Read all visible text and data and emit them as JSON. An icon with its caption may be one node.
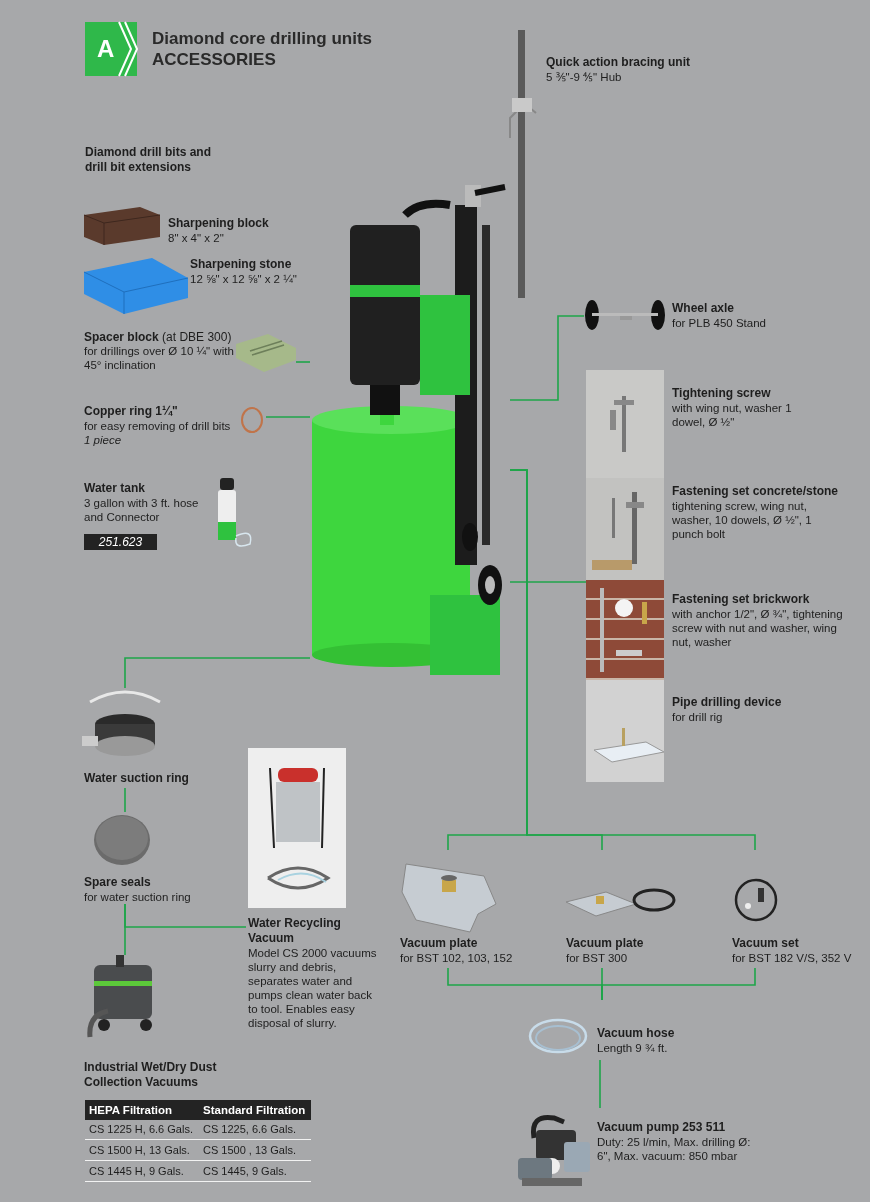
{
  "diagram": {
    "title": "Diamond core drilling units ACCESSORIES",
    "nodes": [
      {
        "text": [],
        "shape": "picture"
      },
      {
        "text": [
          "Quick action bracing unit",
          "5 ⅗\"-9 ⅘\" Hub"
        ]
      },
      {
        "text": [
          "Sharpening block",
          "8\" x 4\" x 2\""
        ]
      },
      {
        "text": [
          "Sharpening stone",
          "12 ⅝\" x 12 ⅝\" x 2 ¼\""
        ]
      },
      {
        "text": [
          "**Spacer block** (at DBE 300)",
          "for drillings over Ø 10 ¼\" with 45° inclination"
        ]
      },
      {
        "text": [
          "Copper ring 1¼\"",
          "for easy removing of drill bits",
          "1 piece"
        ]
      },
      {
        "text": [
          "Water tank",
          "3 gallon with 3 ft. hose and Connector",
          "251.623"
        ]
      },
      {
        "text": [
          "Wheel axle",
          "for PLB 450 Stand"
        ]
      },
      {
        "text": [
          "Tightening screw",
          "with wing nut, washer 1 dowel, Ø ½\""
        ]
      },
      {
        "text": [
          "Fastening set concrete/stone",
          "tightening screw, wing nut, washer, 10 dowels, Ø ½\", 1 punch bolt"
        ]
      },
      {
        "text": [
          "Fastening set brickwork",
          "with anchor 1/2\", Ø ¾\", tightening screw with nut and washer, wing nut, washer"
        ]
      },
      {
        "text": [
          "Pipe drilling device",
          "for drill rig"
        ]
      },
      {
        "text": [
          "Water suction ring"
        ]
      },
      {
        "text": [
          "Spare seals",
          "for water suction ring"
        ]
      },
      {
        "text": [
          "Water Recycling Vacuum",
          "Model CS 2000 vacuums slurry and debris, separates water and pumps clean water back to tool. Enables easy disposal of slurry."
        ]
      },
      {
        "text": [
          "Industrial Wet/Dry Dust Collection Vacuums"
        ]
      },
      {
        "text": [
          "Vacuum plate",
          "for BST 102, 103, 152"
        ]
      },
      {
        "text": [
          "Vacuum plate",
          "for BST 300"
        ]
      },
      {
        "text": [
          "Vacuum set",
          "for BST 182 V/S, 352 V"
        ]
      },
      {
        "text": [
          "Vacuum hose",
          "Length 9 ¾ ft."
        ]
      },
      {
        "text": [
          "Vacuum pump 253 511",
          "Duty: 25 l/min, Max. drilling Ø: 6\", Max. vacuum: 850 mbar"
        ]
      }
    ],
    "edges": [
      {
        "from": 0,
        "to": 4,
        "arrow": "none"
      },
      {
        "from": 0,
        "to": 5,
        "arrow": "none"
      },
      {
        "from": 0,
        "to": 12,
        "arrow": "none"
      },
      {
        "from": 12,
        "to": 13,
        "arrow": "none"
      },
      {
        "from": 13,
        "to": 15,
        "arrow": "none"
      },
      {
        "from": 13,
        "to": 14,
        "arrow": "none"
      },
      {
        "from": 0,
        "to": 7,
        "arrow": "none"
      },
      {
        "from": 0,
        "to": 10,
        "arrow": "none"
      },
      {
        "from": 0,
        "to": 16,
        "arrow": "none"
      },
      {
        "from": 0,
        "to": 17,
        "arrow": "none"
      },
      {
        "from": 0,
        "to": 18,
        "arrow": "none"
      },
      {
        "from": 16,
        "to": 19,
        "arrow": "none"
      },
      {
        "from": 17,
        "to": 19,
        "arrow": "none"
      },
      {
        "from": 18,
        "to": 19,
        "arrow": "none"
      },
      {
        "from": 19,
        "to": 20,
        "arrow": "none"
      }
    ],
    "labels": [
      "A",
      "Diamond drill bits and drill bit extensions",
      "HEPA Filtration",
      "Standard Filtration",
      "CS 1225 H, 6.6 Gals.",
      "CS 1225, 6.6 Gals.",
      "CS 1500 H, 13 Gals.",
      "CS 1500 , 13 Gals.",
      "CS 1445 H, 9 Gals.",
      "CS 1445, 9 Gals."
    ]
  }
}
